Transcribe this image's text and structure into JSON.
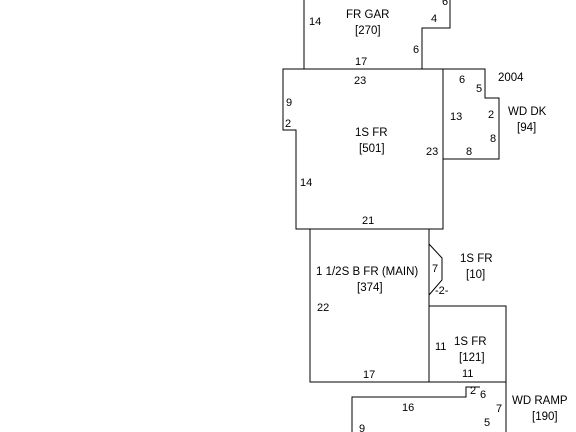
{
  "areas": {
    "fr_gar": {
      "name": "FR GAR",
      "sqft": "[270]"
    },
    "main_1s_fr": {
      "name": "1S FR",
      "sqft": "[501]"
    },
    "wd_dk": {
      "name": "WD DK",
      "sqft": "[94]",
      "year": "2004"
    },
    "main_112s": {
      "name": "1 1/2S B FR (MAIN)",
      "sqft": "[374]"
    },
    "small_1s_fr": {
      "name": "1S FR",
      "sqft": "[10]"
    },
    "mid_1s_fr": {
      "name": "1S FR",
      "sqft": "[121]"
    },
    "wd_ramp": {
      "name": "WD RAMP",
      "sqft": "[190]"
    }
  },
  "dimensions": {
    "gar_left": "14",
    "gar_top_right": "6",
    "gar_right_step": "4",
    "gar_right": "6",
    "gar_bottom": "17",
    "main_top": "23",
    "main_left_upper": "9",
    "main_left_jog": "2",
    "main_left_lower": "14",
    "main_right": "23",
    "main_bottom": "21",
    "deck_top": "6",
    "deck_right_upper": "5",
    "deck_right_jog": "2",
    "deck_left": "13",
    "deck_right_lower": "8",
    "deck_bottom": "8",
    "hse_left": "22",
    "hse_bottom": "17",
    "bay_side": "7",
    "bay_bottom": "-2-",
    "ext_left": "11",
    "ext_bottom": "11",
    "ramp_top": "16",
    "ramp_small": "2",
    "ramp_right_a": "6",
    "ramp_right_b": "7",
    "ramp_left": "9",
    "ramp_bottom": "5"
  }
}
